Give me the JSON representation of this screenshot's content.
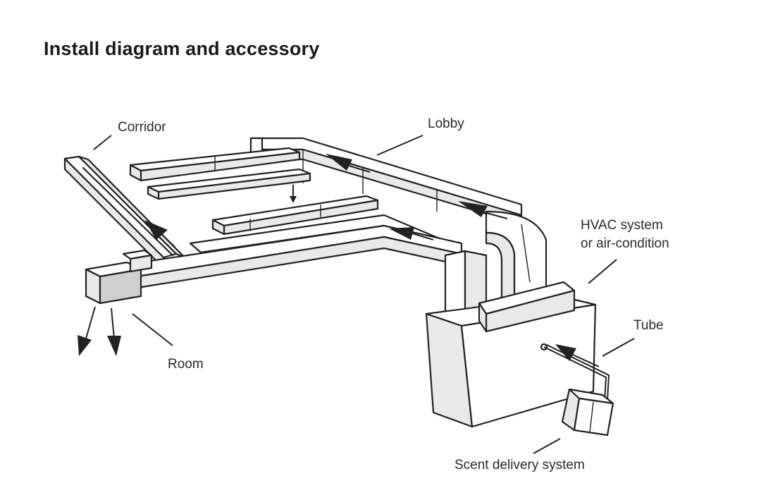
{
  "title": "Install diagram and accessory",
  "labels": {
    "corridor": "Corridor",
    "lobby": "Lobby",
    "hvac_line1": "HVAC system",
    "hvac_line2": "or air-condition",
    "tube": "Tube",
    "room": "Room",
    "scent": "Scent delivery system"
  }
}
